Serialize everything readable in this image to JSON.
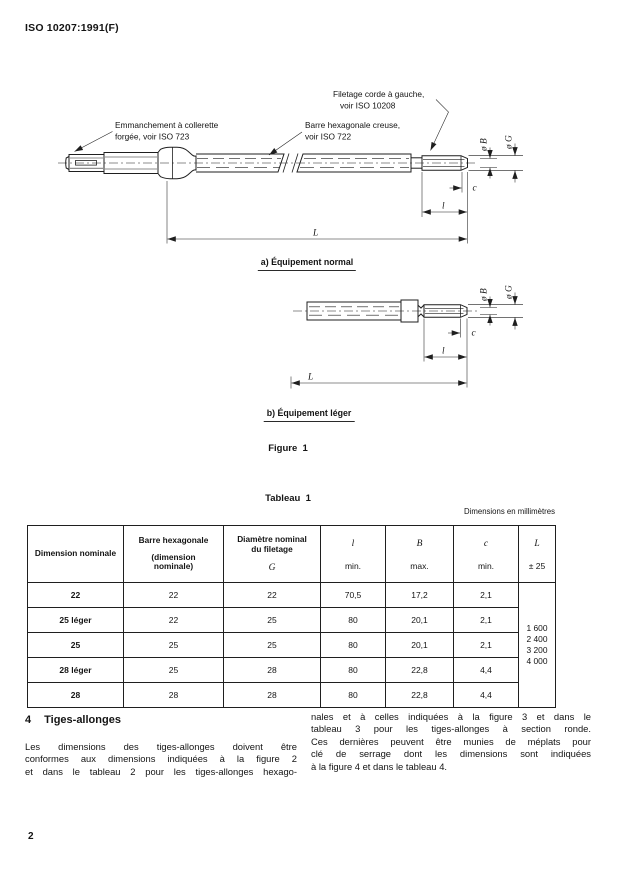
{
  "header": {
    "doc_ref": "ISO 10207:1991(F)"
  },
  "figure": {
    "caption": "Figure  1",
    "sub_a": "a) Équipement normal",
    "sub_b": "b) Équipement léger",
    "labels": {
      "shank_1": "Emmanchement à collerette",
      "shank_2": "forgée, voir ISO 723",
      "bar_1": "Barre hexagonale creuse,",
      "bar_2": "voir ISO 722",
      "thread_1": "Filetage corde à gauche,",
      "thread_2": "voir ISO 10208"
    },
    "dims": {
      "dia_b": "ø B",
      "dia_g": "ø G",
      "c": "c",
      "l": "l",
      "L": "L"
    }
  },
  "table": {
    "title": "Tableau  1",
    "units_note": "Dimensions en millimètres",
    "headers": {
      "col1": "Dimension nominale",
      "col2_main": "Barre hexagonale",
      "col2_sub1": "(dimension",
      "col2_sub2": "nominale)",
      "col3_line1": "Diamètre nominal",
      "col3_line2": "du filetage",
      "col3_sym": "G",
      "col4_sym": "l",
      "col4_sub": "min.",
      "col5_sym": "B",
      "col5_sub": "max.",
      "col6_sym": "c",
      "col6_sub": "min.",
      "col7_sym": "L",
      "col7_sub": "± 25"
    },
    "rows": [
      {
        "c0": "22",
        "c1": "22",
        "c2": "22",
        "c3": "70,5",
        "c4": "17,2",
        "c5": "2,1"
      },
      {
        "c0": "25 léger",
        "c1": "22",
        "c2": "25",
        "c3": "80",
        "c4": "20,1",
        "c5": "2,1"
      },
      {
        "c0": "25",
        "c1": "25",
        "c2": "25",
        "c3": "80",
        "c4": "20,1",
        "c5": "2,1"
      },
      {
        "c0": "28 léger",
        "c1": "25",
        "c2": "28",
        "c3": "80",
        "c4": "22,8",
        "c5": "4,4"
      },
      {
        "c0": "28",
        "c1": "28",
        "c2": "28",
        "c3": "80",
        "c4": "22,8",
        "c5": "4,4"
      }
    ],
    "l_values": [
      "1 600",
      "2 400",
      "3 200",
      "4 000"
    ]
  },
  "section": {
    "number": "4",
    "title": "Tiges-allonges",
    "col_left_lines": [
      "Les dimensions des tiges-allonges doivent être",
      "conformes aux dimensions indiquées à la figure 2",
      "et dans le tableau 2 pour les tiges-allonges hexago-"
    ],
    "col_right_lines": [
      "nales et à celles indiquées à la figure 3 et dans le",
      "tableau 3 pour les tiges-allonges à section ronde.",
      "Ces dernières peuvent être munies de méplats pour",
      "clé de serrage dont les dimensions sont indiquées",
      "à la figure 4 et dans le tableau 4."
    ]
  },
  "page_number": "2"
}
